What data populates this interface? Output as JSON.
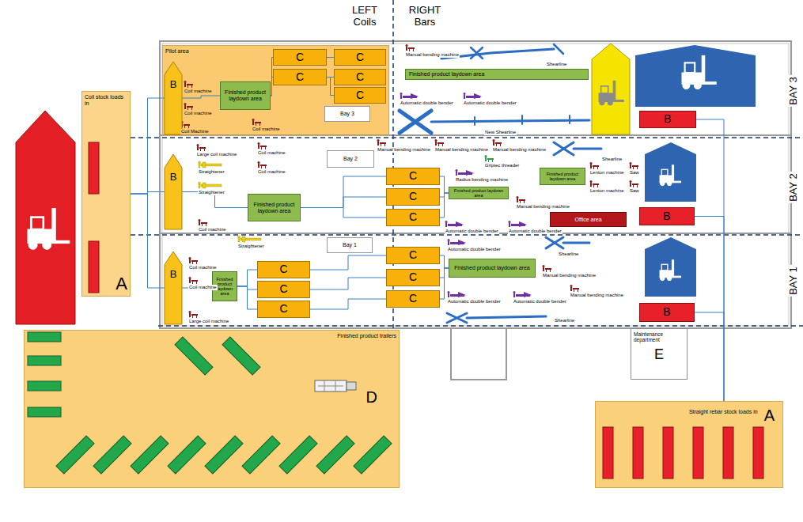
{
  "diagram": {
    "nodes": [
      {
        "text": [
          "Coil stock loads in",
          "A"
        ]
      },
      {
        "text": [
          "Pilot area"
        ]
      },
      {
        "text": [
          "B"
        ],
        "in": 1
      },
      {
        "text": [
          "Finished product laydown area"
        ],
        "in": 1
      },
      {
        "text": [
          "C"
        ],
        "in": 1
      },
      {
        "text": [
          "C"
        ],
        "in": 1
      },
      {
        "text": [
          "C"
        ],
        "in": 1
      },
      {
        "text": [
          "C"
        ],
        "in": 1
      },
      {
        "text": [
          "C"
        ],
        "in": 1
      },
      {
        "text": [
          "Bay 3"
        ],
        "in": 1
      },
      {
        "text": [
          "Finished product laydown area"
        ]
      },
      {
        "text": [
          "B"
        ]
      },
      {
        "text": [
          "B"
        ]
      },
      {
        "text": [
          "Finished product laydown area"
        ]
      },
      {
        "text": [
          "Bay 2"
        ]
      },
      {
        "text": [
          "C"
        ]
      },
      {
        "text": [
          "C"
        ]
      },
      {
        "text": [
          "C"
        ]
      },
      {
        "text": [
          "Finished product laydown area"
        ]
      },
      {
        "text": [
          "Finished product laydown area"
        ]
      },
      {
        "text": [
          "Office area"
        ]
      },
      {
        "text": [
          "B"
        ]
      },
      {
        "text": [
          "B"
        ]
      },
      {
        "text": [
          "Finished product laydown area"
        ]
      },
      {
        "text": [
          "C"
        ]
      },
      {
        "text": [
          "C"
        ]
      },
      {
        "text": [
          "C"
        ]
      },
      {
        "text": [
          "Bay 1"
        ]
      },
      {
        "text": [
          "C"
        ]
      },
      {
        "text": [
          "C"
        ]
      },
      {
        "text": [
          "C"
        ]
      },
      {
        "text": [
          "Finished product laydown area"
        ]
      },
      {
        "text": [
          "B"
        ]
      },
      {
        "text": [
          "Finished product trailers",
          "D"
        ]
      },
      {
        "text": [
          "Maintenance department",
          "E"
        ]
      },
      {
        "text": [
          "Straight rebar stock loads in",
          "A"
        ]
      }
    ],
    "edges": [
      {
        "from": 0,
        "to": 2,
        "arrow": "none"
      },
      {
        "from": 0,
        "to": 12,
        "arrow": "none"
      },
      {
        "from": 0,
        "to": 22,
        "arrow": "none"
      },
      {
        "from": 2,
        "to": 3,
        "arrow": "none"
      },
      {
        "from": 3,
        "to": 4,
        "arrow": "none"
      },
      {
        "from": 3,
        "to": 5,
        "arrow": "none"
      },
      {
        "from": 4,
        "to": 6,
        "arrow": "none"
      },
      {
        "from": 5,
        "to": 7,
        "arrow": "none"
      },
      {
        "from": 5,
        "to": 8,
        "arrow": "none"
      },
      {
        "from": 12,
        "to": 13,
        "arrow": "none"
      },
      {
        "from": 13,
        "to": 15,
        "arrow": "none"
      },
      {
        "from": 13,
        "to": 16,
        "arrow": "none"
      },
      {
        "from": 13,
        "to": 17,
        "arrow": "none"
      },
      {
        "from": 15,
        "to": 18,
        "arrow": "none"
      },
      {
        "from": 16,
        "to": 18,
        "arrow": "none"
      },
      {
        "from": 17,
        "to": 18,
        "arrow": "none"
      },
      {
        "from": 22,
        "to": 23,
        "arrow": "none"
      },
      {
        "from": 23,
        "to": 24,
        "arrow": "none"
      },
      {
        "from": 23,
        "to": 25,
        "arrow": "none"
      },
      {
        "from": 23,
        "to": 26,
        "arrow": "none"
      },
      {
        "from": 24,
        "to": 28,
        "arrow": "none"
      },
      {
        "from": 25,
        "to": 29,
        "arrow": "none"
      },
      {
        "from": 26,
        "to": 30,
        "arrow": "none"
      },
      {
        "from": 28,
        "to": 31,
        "arrow": "none"
      },
      {
        "from": 29,
        "to": 31,
        "arrow": "none"
      },
      {
        "from": 30,
        "to": 31,
        "arrow": "none"
      },
      {
        "from": 35,
        "to": 32,
        "arrow": "none"
      },
      {
        "from": 35,
        "to": 21,
        "arrow": "none"
      },
      {
        "from": 35,
        "to": 11,
        "arrow": "none"
      }
    ],
    "labels": [
      "LEFT Coils",
      "RIGHT Bars",
      "BAY 3",
      "BAY 2",
      "BAY 1",
      "Coil machine",
      "Coil machine",
      "Coil Machine",
      "Coil machine",
      "Manual bending machine",
      "Shearline",
      "Automatic double bender",
      "Automatic double bender",
      "New Shearline",
      "Large coil machine",
      "Coil machine",
      "Straightener",
      "Coil machine",
      "Straightener",
      "Coil machine",
      "Manual bending machine",
      "Manual bending machine",
      "Manual bending machine",
      "Griptec threader",
      "Radius bending machine",
      "Shearline",
      "Lenton machine",
      "Saw",
      "Lenton machine",
      "Saw",
      "Manual bending machine",
      "Automatic double bender",
      "Automatic double bender",
      "Straightener",
      "Coil machine",
      "Coil machine",
      "Large coil machine",
      "Automatic double bender",
      "Shearline",
      "Manual bending machine",
      "Automatic double bender",
      "Automatic double bender",
      "Manual bending machine",
      "Shearline"
    ]
  }
}
